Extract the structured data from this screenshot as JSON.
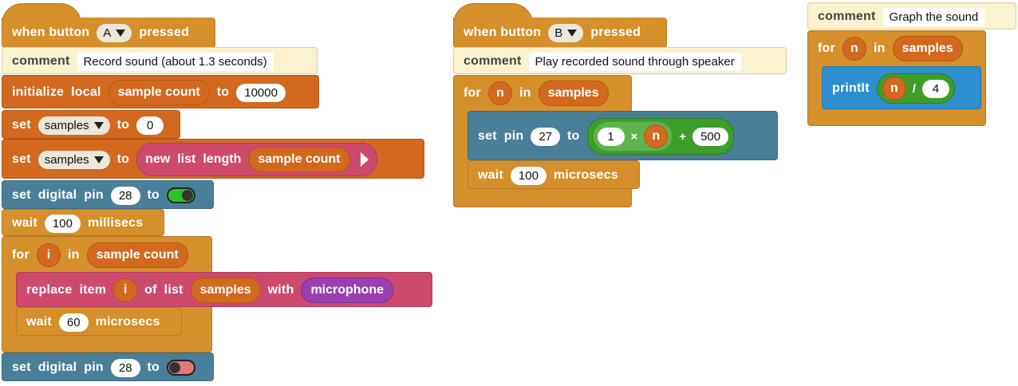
{
  "script_a": {
    "hat_when": "when button",
    "hat_button": "A",
    "hat_pressed": "pressed",
    "comment_label": "comment",
    "comment_text": "Record sound (about 1.3 seconds)",
    "init_kw1": "initialize",
    "init_kw2": "local",
    "init_var": "sample count",
    "init_to": "to",
    "init_value": "10000",
    "set1_kw": "set",
    "set1_var": "samples",
    "set1_to": "to",
    "set1_value": "0",
    "set2_kw": "set",
    "set2_var": "samples",
    "set2_to": "to",
    "newlist_new": "new",
    "newlist_list": "list",
    "newlist_length": "length",
    "newlist_arg": "sample count",
    "pin_on_set": "set",
    "pin_on_digital": "digital",
    "pin_on_pin": "pin",
    "pin_on_num": "28",
    "pin_on_to": "to",
    "wait1_kw": "wait",
    "wait1_value": "100",
    "wait1_unit": "millisecs",
    "for_kw": "for",
    "for_var": "i",
    "for_in": "in",
    "for_list": "sample count",
    "replace_kw": "replace",
    "replace_item": "item",
    "replace_index": "i",
    "replace_of": "of",
    "replace_list": "list",
    "replace_listvar": "samples",
    "replace_with": "with",
    "replace_value": "microphone",
    "wait2_kw": "wait",
    "wait2_value": "60",
    "wait2_unit": "microsecs",
    "pin_off_set": "set",
    "pin_off_digital": "digital",
    "pin_off_pin": "pin",
    "pin_off_num": "28",
    "pin_off_to": "to"
  },
  "script_b": {
    "hat_when": "when button",
    "hat_button": "B",
    "hat_pressed": "pressed",
    "comment_label": "comment",
    "comment_text": "Play recorded sound through speaker",
    "for_kw": "for",
    "for_var": "n",
    "for_in": "in",
    "for_list": "samples",
    "setpin_set": "set",
    "setpin_pin": "pin",
    "setpin_num": "27",
    "setpin_to": "to",
    "mult_left": "1",
    "mult_op": "×",
    "mult_right": "n",
    "plus_op": "+",
    "plus_value": "500",
    "wait_kw": "wait",
    "wait_value": "100",
    "wait_unit": "microsecs"
  },
  "script_c": {
    "comment_label": "comment",
    "comment_text": "Graph the sound",
    "for_kw": "for",
    "for_var": "n",
    "for_in": "in",
    "for_list": "samples",
    "printit": "printIt",
    "div_left": "n",
    "div_op": "/",
    "div_right": "4"
  },
  "colors": {
    "control": "#d58f2b",
    "variables": "#d2691e",
    "io": "#4a7f99",
    "lists": "#ce4a6d",
    "comment": "#fbf3cf",
    "operators": "#3e9e2a",
    "sensor": "#9b3fb3",
    "output": "#2d8fd0",
    "toggle_on": "#2bc42b",
    "toggle_off": "#e07878"
  }
}
